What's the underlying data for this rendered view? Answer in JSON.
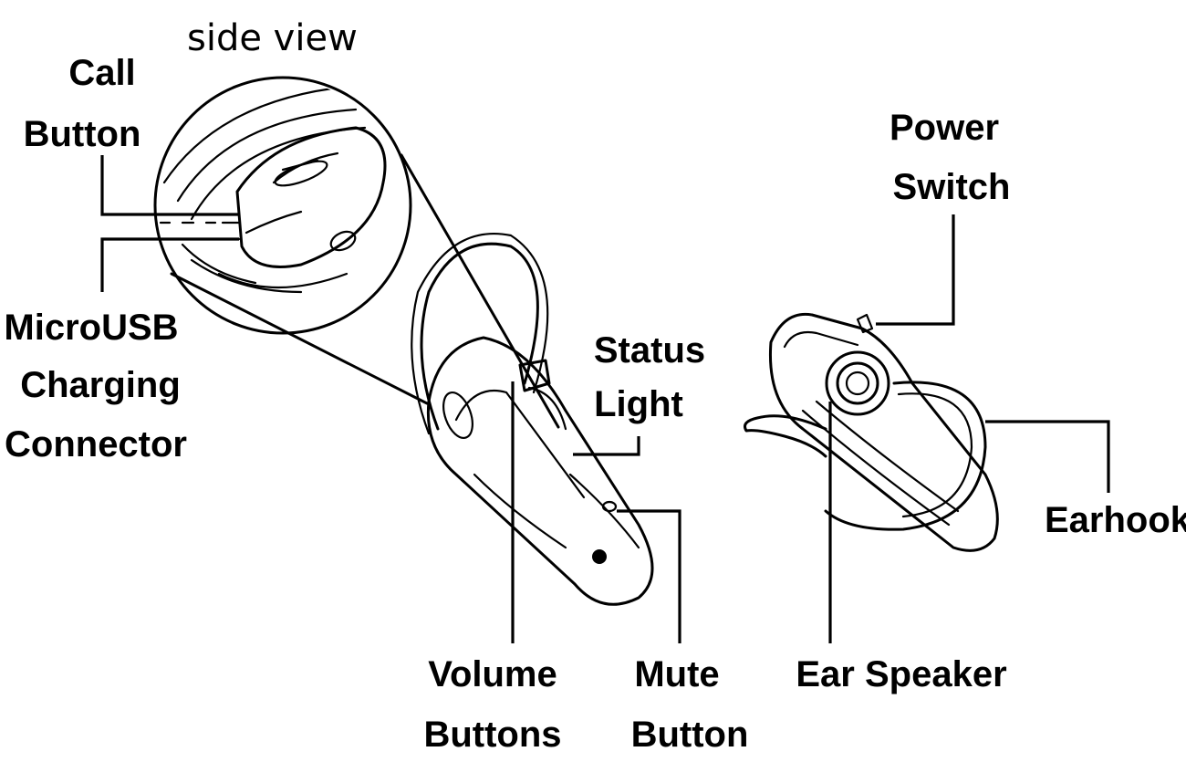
{
  "caption": "side view",
  "labels": {
    "call_button": [
      "Call",
      "Button"
    ],
    "microusb": [
      "MicroUSB",
      "Charging",
      "Connector"
    ],
    "status_light": [
      "Status",
      "Light"
    ],
    "volume_buttons": [
      "Volume",
      "Buttons"
    ],
    "mute_button": [
      "Mute",
      "Button"
    ],
    "power_switch": [
      "Power",
      "Switch"
    ],
    "earhook": "Earhook",
    "ear_speaker": "Ear Speaker"
  }
}
